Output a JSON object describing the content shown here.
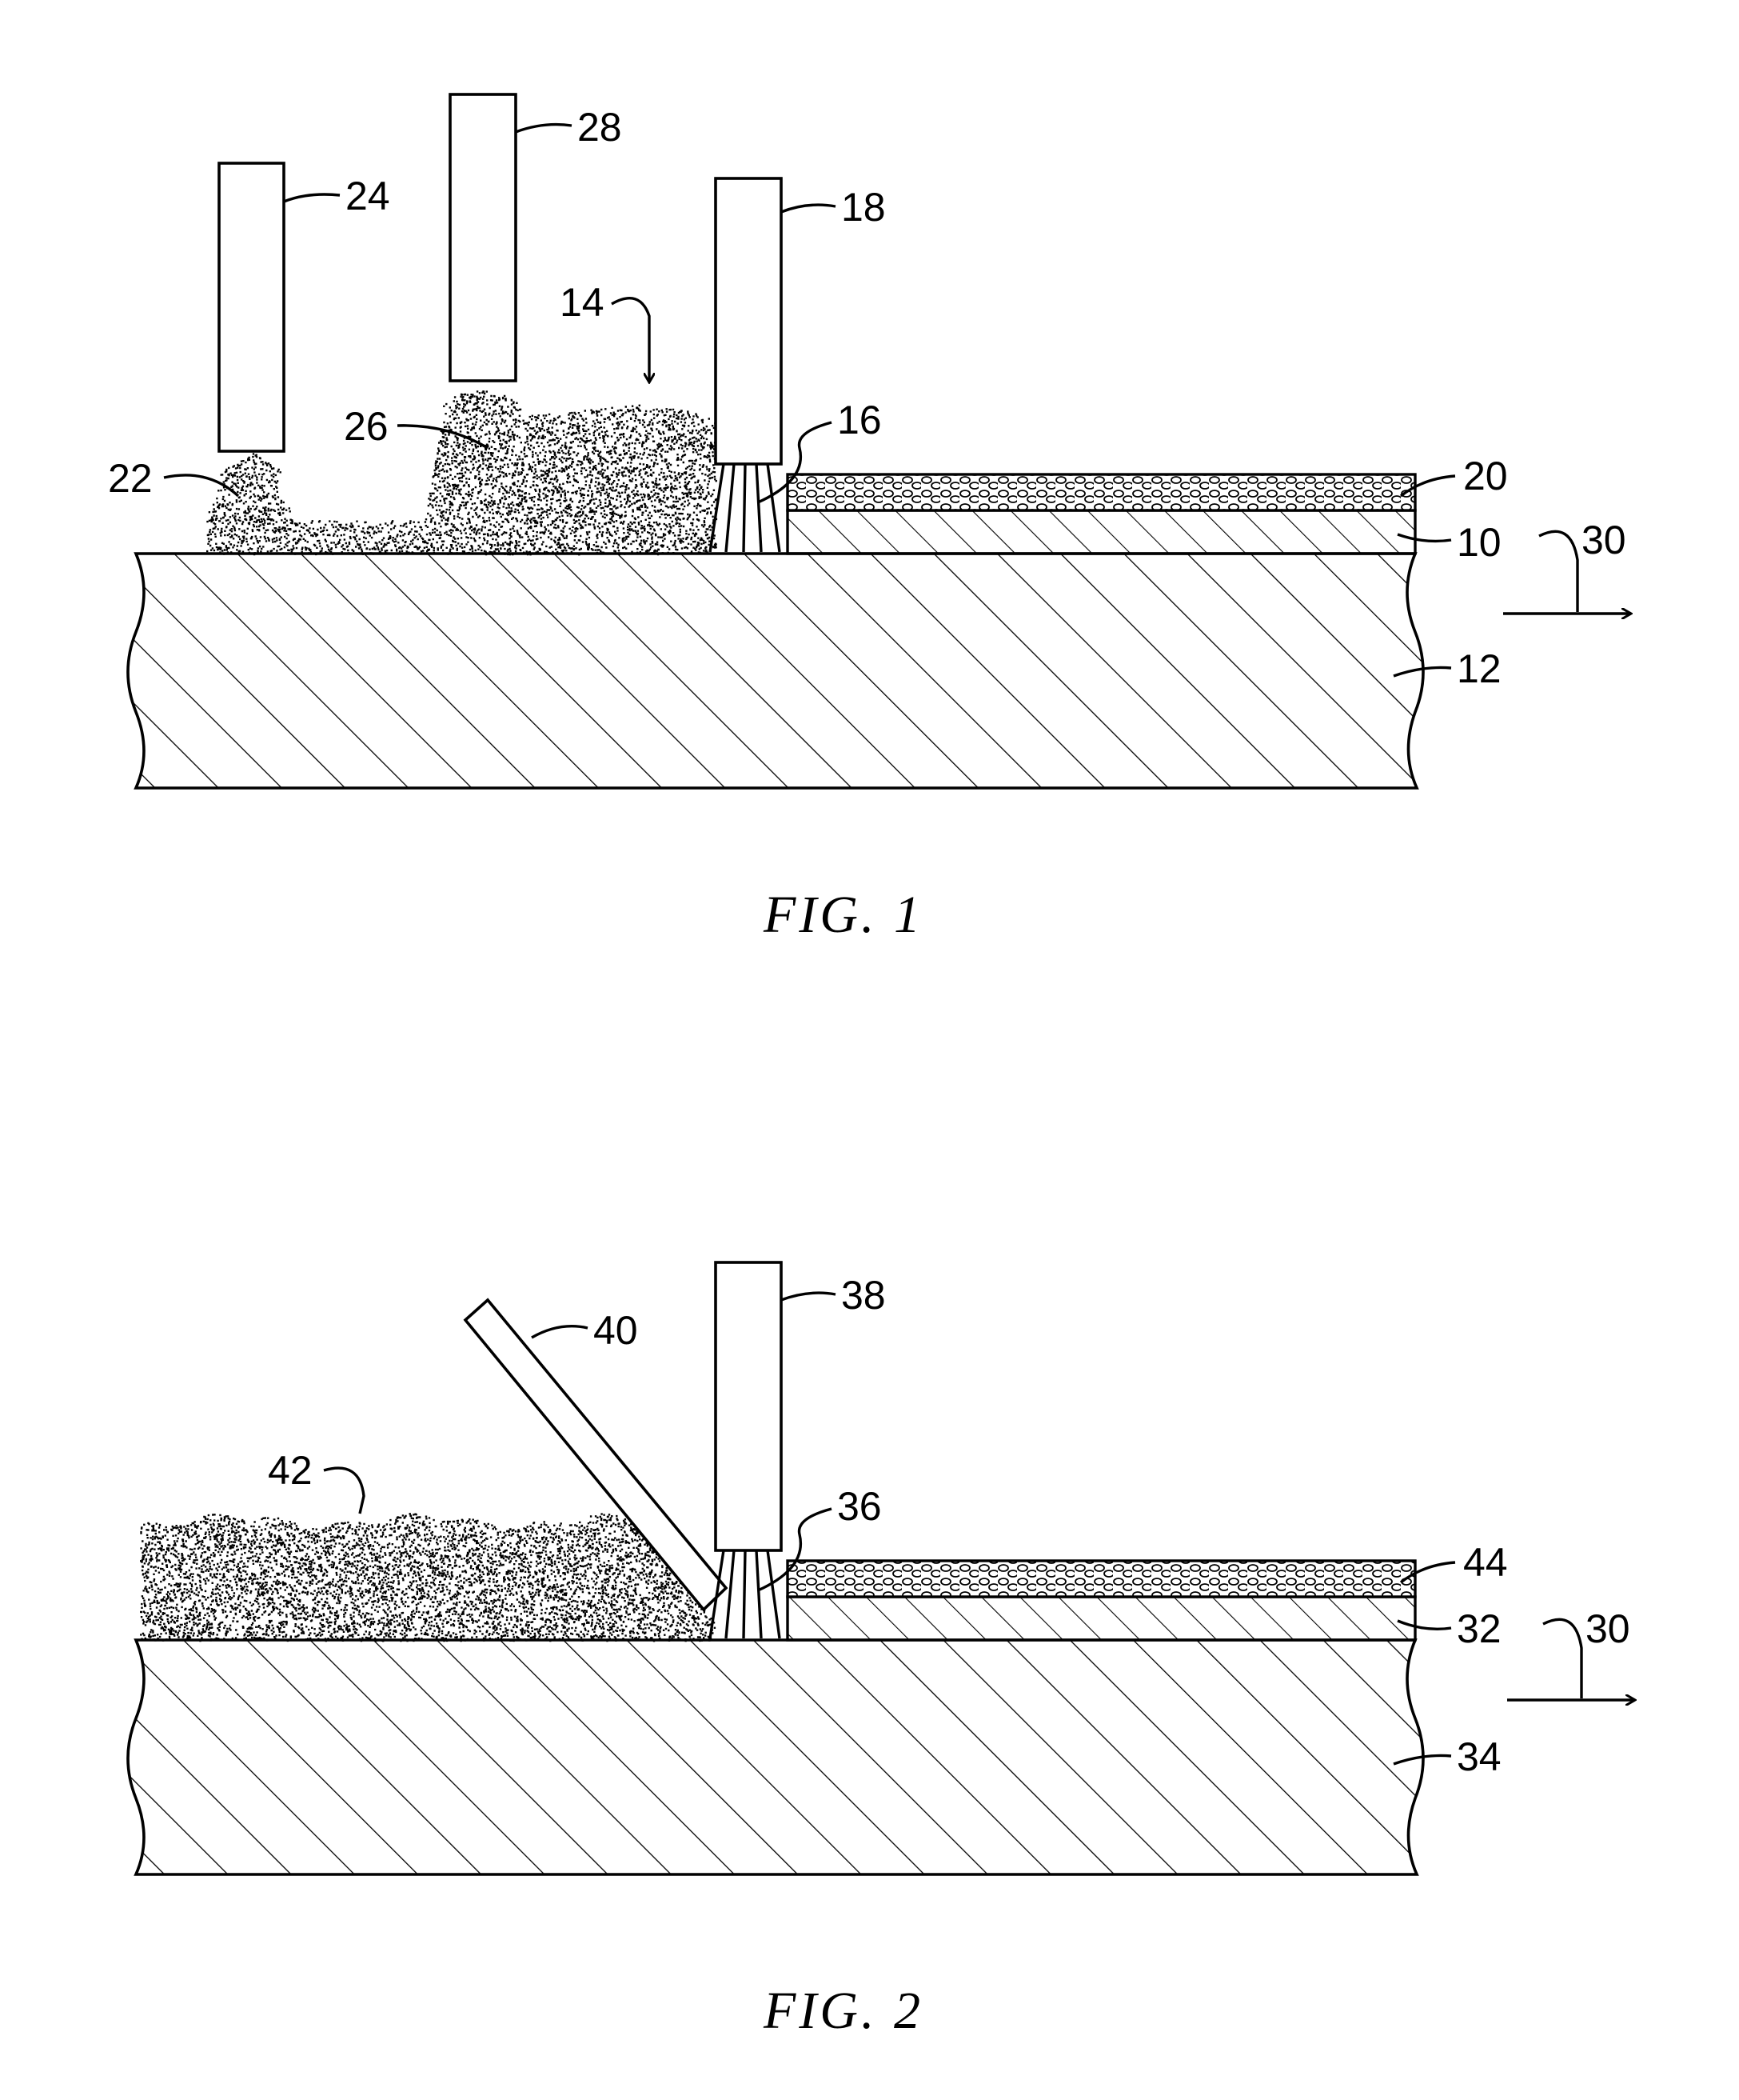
{
  "figure_1": {
    "caption": "FIG.  1",
    "labels": {
      "heater_24": "24",
      "heater_28": "28",
      "heater_18": "18",
      "powder_bed_14": "14",
      "melt_pool_16": "16",
      "powder_22": "22",
      "powder_26": "26",
      "deposit_20": "20",
      "layer_10": "10",
      "direction_30": "30",
      "substrate_12": "12"
    }
  },
  "figure_2": {
    "caption": "FIG.  2",
    "labels": {
      "heater_38": "38",
      "wiper_40": "40",
      "powder_42": "42",
      "melt_pool_36": "36",
      "deposit_44": "44",
      "layer_32": "32",
      "direction_30": "30",
      "substrate_34": "34"
    }
  },
  "colors": {
    "ink": "#000000",
    "paper": "#ffffff"
  }
}
